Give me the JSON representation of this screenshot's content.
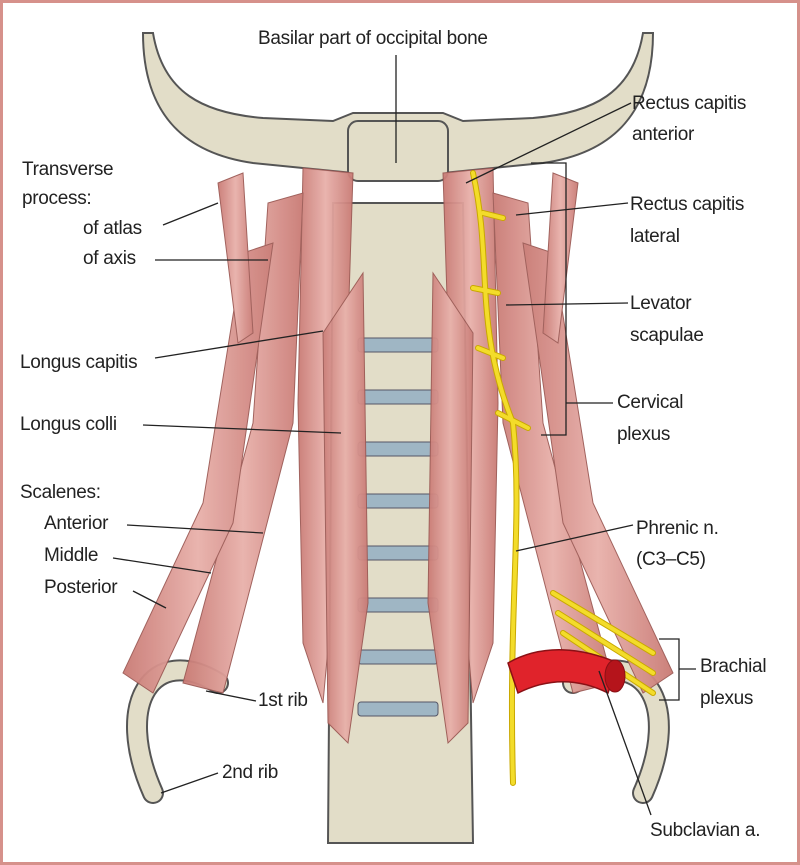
{
  "labels": {
    "basilar": "Basilar part of occipital bone",
    "rectus_anterior": [
      "Rectus capitis",
      "anterior"
    ],
    "transverse_process": [
      "Transverse",
      "process:"
    ],
    "of_atlas": "of atlas",
    "of_axis": "of axis",
    "rectus_lateral": [
      "Rectus capitis",
      "lateral"
    ],
    "levator": [
      "Levator",
      "scapulae"
    ],
    "longus_capitis": "Longus capitis",
    "cervical_plexus": [
      "Cervical",
      "plexus"
    ],
    "longus_colli": "Longus colli",
    "scalenes": "Scalenes:",
    "anterior": "Anterior",
    "middle": "Middle",
    "posterior": "Posterior",
    "phrenic": [
      "Phrenic n.",
      "(C3–C5)"
    ],
    "brachial_plexus": [
      "Brachial",
      "plexus"
    ],
    "first_rib": "1st rib",
    "second_rib": "2nd rib",
    "subclavian": "Subclavian a."
  },
  "colors": {
    "border": "#d6918b",
    "bone": "#e2ddc8",
    "muscle": "#dc9a94",
    "nerve": "#f3dc2a",
    "artery": "#e0232b",
    "disc": "#9fb6c4"
  }
}
